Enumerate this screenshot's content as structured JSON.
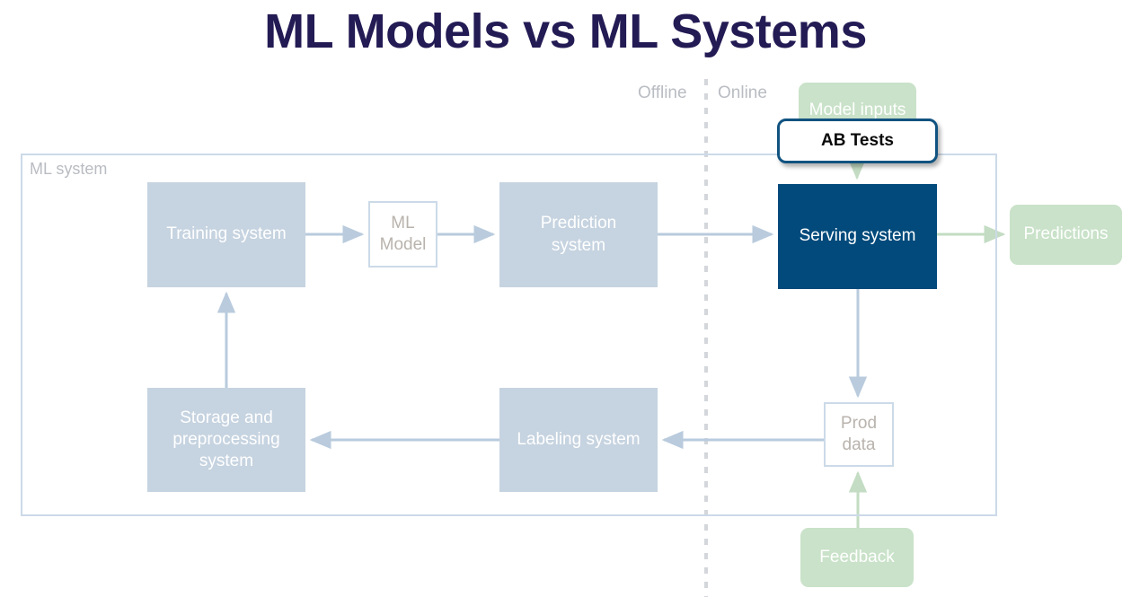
{
  "title": "ML Models vs ML Systems",
  "phases": {
    "offline": "Offline",
    "online": "Online"
  },
  "container": {
    "label": "ML system"
  },
  "nodes": {
    "training": "Training system",
    "ml_model": "ML\nModel",
    "ml_model_line1": "ML",
    "ml_model_line2": "Model",
    "prediction_line1": "Prediction",
    "prediction_line2": "system",
    "serving": "Serving system",
    "storage_line1": "Storage and",
    "storage_line2": "preprocessing",
    "storage_line3": "system",
    "labeling": "Labeling system",
    "prod_data_line1": "Prod",
    "prod_data_line2": "data",
    "model_inputs": "Model inputs",
    "predictions": "Predictions",
    "feedback": "Feedback"
  },
  "callout": {
    "ab_tests": "AB Tests"
  },
  "colors": {
    "title": "#231b54",
    "box_fill": "#c6d3e0",
    "box_border": "#ccdae8",
    "accent_dark_blue": "#014a7b",
    "green": "#c9e2c9",
    "muted_text": "#b9bcc2",
    "arrow_blue": "#b9cbdd",
    "arrow_green": "#c3dcc3",
    "callout_border": "#115380"
  }
}
